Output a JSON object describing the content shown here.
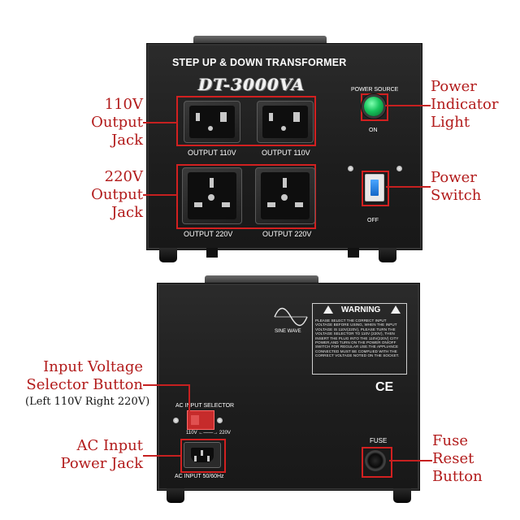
{
  "front": {
    "title": "STEP UP & DOWN TRANSFORMER",
    "model": "DT-3000VA",
    "outputs": [
      {
        "label": "OUTPUT 110V"
      },
      {
        "label": "OUTPUT 110V"
      },
      {
        "label": "OUTPUT 220V"
      },
      {
        "label": "OUTPUT 220V"
      }
    ],
    "power_source": "POWER SOURCE",
    "on": "ON",
    "off": "OFF"
  },
  "back": {
    "warning_title": "WARNING",
    "warning_text": "PLEASE SELECT THE CORRECT INPUT VOLTAGE BEFORE USING, WHEN THE INPUT VOLTAGE IS 110V(220V), PLEASE TURN THE VOLTAGE SELECTOR TO 110V (220V), THEN INSERT THE PLUG INTO THE 110V(220V) CITY POWER,AND TURN ON THE POWER ON/OFF SWITCH FOR REGULAR USE.THE APPLIANCE CONNECTED MUST BE COMPLIED WITH THE CORRECT VOLTAGE NOTED ON THE SOCKET.",
    "sine_wave": "SINE WAVE",
    "ce": "CE",
    "ac_input_selector": "AC INPUT SELECTOR",
    "selector_range": "110V ←——→ 220V",
    "ac_input": "AC INPUT 50/60Hz",
    "fuse": "FUSE"
  },
  "callouts": {
    "output_110": [
      "110V",
      "Output",
      "Jack"
    ],
    "output_220": [
      "220V",
      "Output",
      "Jack"
    ],
    "power_indicator": [
      "Power",
      "Indicator",
      "Light"
    ],
    "power_switch": [
      "Power",
      "Switch"
    ],
    "input_selector": [
      "Input Voltage",
      "Selector Button"
    ],
    "input_selector_note": "(Left 110V Right 220V)",
    "ac_jack": [
      "AC Input",
      "Power Jack"
    ],
    "fuse_reset": [
      "Fuse",
      "Reset",
      "Button"
    ]
  },
  "colors": {
    "callout_red": "#b21b1b",
    "led_green": "#17c45c",
    "switch_blue": "#1467c8"
  }
}
